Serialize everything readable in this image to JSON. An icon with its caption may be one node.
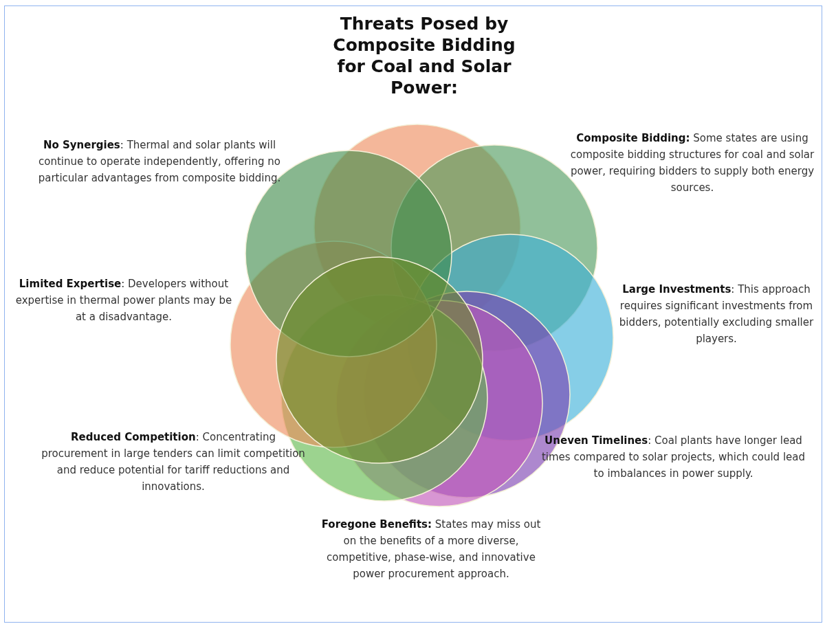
{
  "diagram": {
    "title": "Threats Posed by Composite Bidding for Coal and Solar Power:",
    "labels": [
      "**No Synergies**: Thermal and solar plants will continue to operate independently, offering no particular advantages from composite bidding.",
      "**Composite Bidding:** Some states are using composite bidding structures for coal and solar power, requiring bidders to supply both energy sources.",
      "**Limited Expertise**: Developers without expertise in thermal power plants may be at a disadvantage.",
      "**Large Investments**: This approach requires significant investments from bidders, potentially excluding smaller players.",
      "**Reduced Competition**: Concentrating procurement in large tenders can limit competition and reduce potential for tariff reductions and innovations.",
      "**Uneven Timelines**: Coal plants have longer lead times compared to solar projects, which could lead to imbalances in power supply.",
      "**Foregone Benefits:** States may miss out on the benefits of a more diverse, competitive, phase-wise, and innovative power procurement approach."
    ]
  }
}
